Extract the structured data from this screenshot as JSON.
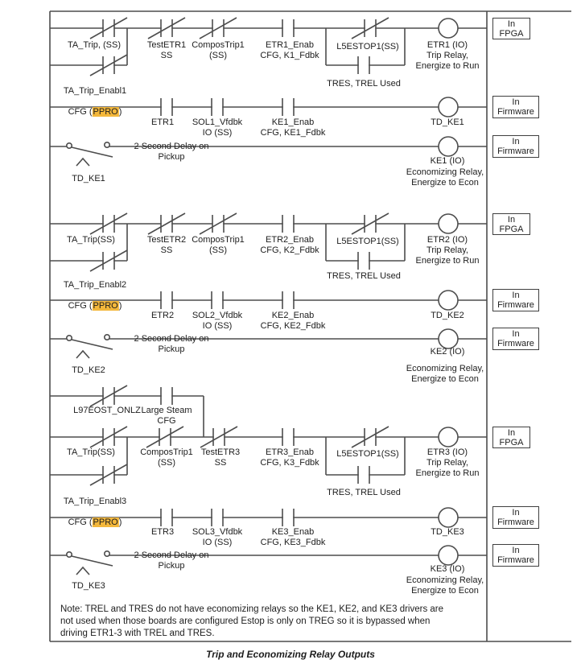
{
  "page": {
    "caption": "Trip and Economizing Relay Outputs",
    "note": "Note: TREL and TRES do not have economizing relays so the KE1, KE2, and KE3 drivers are\nnot used when those boards are configured Estop is only on TREG so it is bypassed when\ndriving ETR1-3 with TREL and TRES."
  },
  "tags": {
    "fpga": "In\nFPGA",
    "firmware": "In\nFirmware"
  },
  "cfg": {
    "open": "CFG (",
    "hl": "PPRO",
    "close": ")"
  },
  "colors": {
    "highlight": "#F3B73B",
    "line": "#4d4d4d",
    "text": "#1d1d1d"
  },
  "s1": {
    "ta_trip": "TA_Trip, (SS)",
    "enabl": "TA_Trip_Enabl1",
    "test": "TestETR1\nSS",
    "compos": "ComposTrip1\n(SS)",
    "enab": "ETR1_Enab\nCFG, K1_Fdbk",
    "estop": "L5ESTOP1(SS)",
    "tres": "TRES, TREL Used",
    "etr_coil": "ETR1 (IO)\nTrip Relay,\nEnergize to Run",
    "etr": "ETR1",
    "sol": "SOL1_Vfdbk\nIO (SS)",
    "ke_enab": "KE1_Enab\nCFG, KE1_Fdbk",
    "td_coil": "TD_KE1",
    "delay": "2 Second Delay on\nPickup",
    "td_contact": "TD_KE1",
    "ke_name": "KE1 (IO)",
    "ke_desc": "Economizing Relay,\nEnergize to Econ"
  },
  "s2": {
    "ta_trip": "TA_Trip(SS)",
    "enabl": "TA_Trip_Enabl2",
    "test": "TestETR2\nSS",
    "compos": "ComposTrip1\n(SS)",
    "enab": "ETR2_Enab\nCFG, K2_Fdbk",
    "estop": "L5ESTOP1(SS)",
    "tres": "TRES, TREL Used",
    "etr_coil": "ETR2 (IO)\nTrip Relay,\nEnergize to Run",
    "etr": "ETR2",
    "sol": "SOL2_Vfdbk\nIO (SS)",
    "ke_enab": "KE2_Enab\nCFG, KE2_Fdbk",
    "td_coil": "TD_KE2",
    "delay": "2 Second Delay on\nPickup",
    "td_contact": "TD_KE2",
    "ke_name": "KE2 (IO)",
    "ke_desc": "Economizing Relay,\nEnergize to Econ"
  },
  "s3": {
    "l97": "L97EOST_ONLZ",
    "large_steam": "Large Steam\nCFG",
    "ta_trip": "TA_Trip(SS)",
    "enabl": "TA_Trip_Enabl3",
    "compos": "ComposTrip1\n(SS)",
    "test": "TestETR3\nSS",
    "enab": "ETR3_Enab\nCFG, K3_Fdbk",
    "estop": "L5ESTOP1(SS)",
    "tres": "TRES, TREL Used",
    "etr_coil": "ETR3 (IO)\nTrip Relay,\nEnergize to Run",
    "etr": "ETR3",
    "sol": "SOL3_Vfdbk\nIO (SS)",
    "ke_enab": "KE3_Enab\nCFG, KE3_Fdbk",
    "td_coil": "TD_KE3",
    "delay": "2 Second Delay on\nPickup",
    "td_contact": "TD_KE3",
    "ke_name": "KE3 (IO)",
    "ke_desc": "Economizing Relay,\nEnergize to Econ"
  }
}
